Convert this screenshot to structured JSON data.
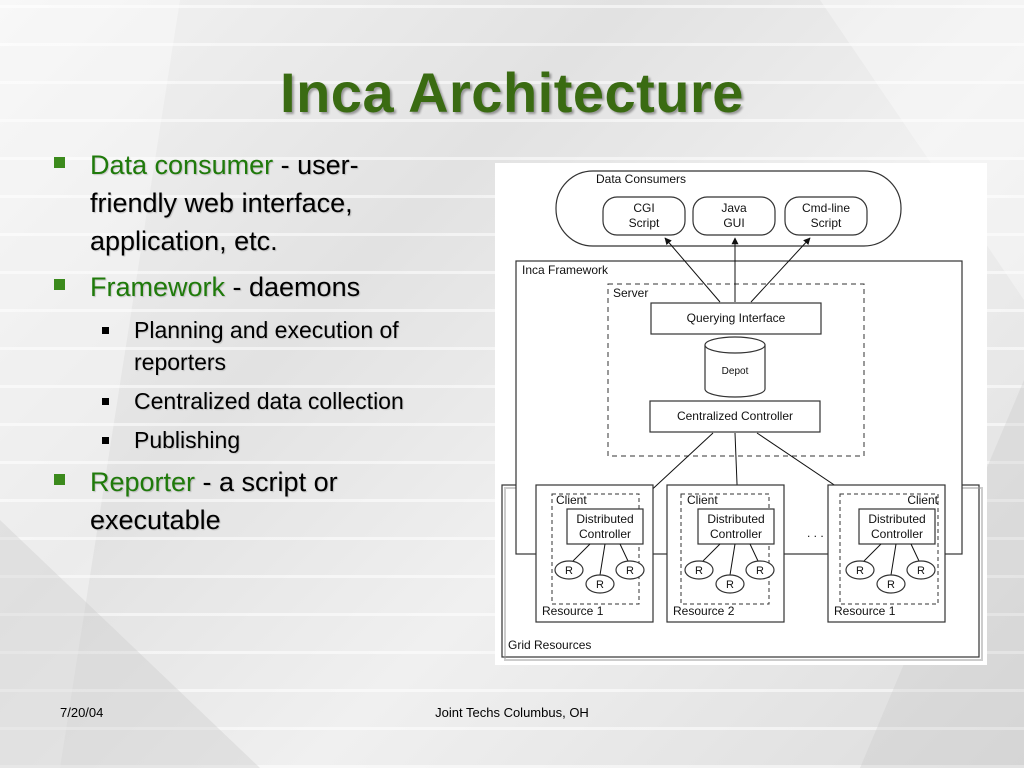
{
  "slide": {
    "title": "Inca Architecture",
    "footer": {
      "date": "7/20/04",
      "center": "Joint Techs Columbus, OH"
    }
  },
  "bullets": [
    {
      "term": "Data consumer",
      "rest_line1": " - user-",
      "rest_line2": "friendly web interface,",
      "rest_line3": "application, etc."
    },
    {
      "term": "Framework",
      "rest": " - daemons",
      "sub": [
        "Planning and execution of reporters",
        "Centralized data collection",
        "Publishing"
      ]
    },
    {
      "term": "Reporter",
      "rest_line1": " - a script or",
      "rest_line2": "executable"
    }
  ],
  "diagram": {
    "data_consumers": {
      "label": "Data Consumers",
      "items": [
        {
          "l1": "CGI",
          "l2": "Script"
        },
        {
          "l1": "Java",
          "l2": "GUI"
        },
        {
          "l1": "Cmd-line",
          "l2": "Script"
        }
      ]
    },
    "inca_framework": "Inca Framework",
    "server": "Server",
    "querying_interface": "Querying Interface",
    "depot": "Depot",
    "centralized_controller": "Centralized Controller",
    "grid_resources": "Grid Resources",
    "clients": [
      {
        "label": "Client",
        "dc1": "Distributed",
        "dc2": "Controller",
        "resource": "Resource 1"
      },
      {
        "label": "Client",
        "dc1": "Distributed",
        "dc2": "Controller",
        "resource": "Resource 2"
      },
      {
        "label": "Client",
        "dc1": "Distributed",
        "dc2": "Controller",
        "resource": "Resource 1"
      }
    ],
    "reporter_letter": "R",
    "ellipsis": ". . ."
  },
  "colors": {
    "title": "#3a6b12",
    "term": "#1f7a0a",
    "bullet": "#3b8a1c"
  }
}
